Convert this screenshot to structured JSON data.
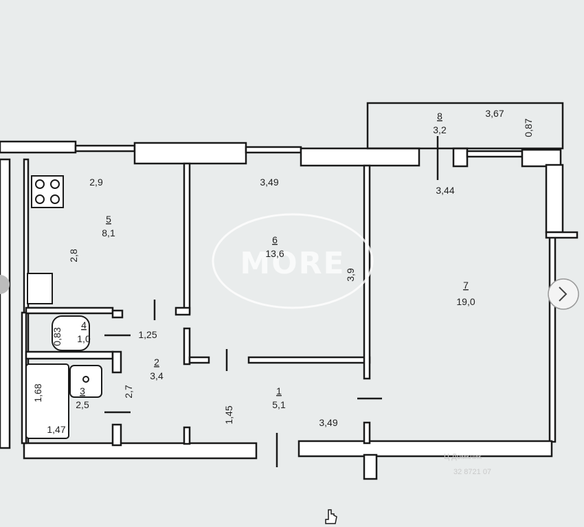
{
  "watermark": {
    "brand": "MORE"
  },
  "rooms": [
    {
      "id": "1",
      "area": "5,1"
    },
    {
      "id": "2",
      "area": "3,4"
    },
    {
      "id": "3",
      "area": "2,5"
    },
    {
      "id": "4",
      "area": "1,0"
    },
    {
      "id": "5",
      "area": "8,1"
    },
    {
      "id": "6",
      "area": "13,6"
    },
    {
      "id": "7",
      "area": "19,0"
    },
    {
      "id": "8",
      "area": "3,2"
    }
  ],
  "dimensions": {
    "kitchen_width": "2,9",
    "kitchen_depth": "2,8",
    "room6_width": "3,49",
    "room6_depth": "3,9",
    "balcony_width": "3,67",
    "balcony_depth": "0,87",
    "room7_width": "3,44",
    "toilet_width": "1,25",
    "toilet_depth": "0,83",
    "bath_length": "1,68",
    "bath_width": "1,47",
    "corridor_depth": "2,7",
    "hall_depth": "1,45",
    "hall_width": "3,49"
  },
  "corner_text": {
    "line1": "Ц Домклик",
    "line2": "32 8721 07"
  }
}
